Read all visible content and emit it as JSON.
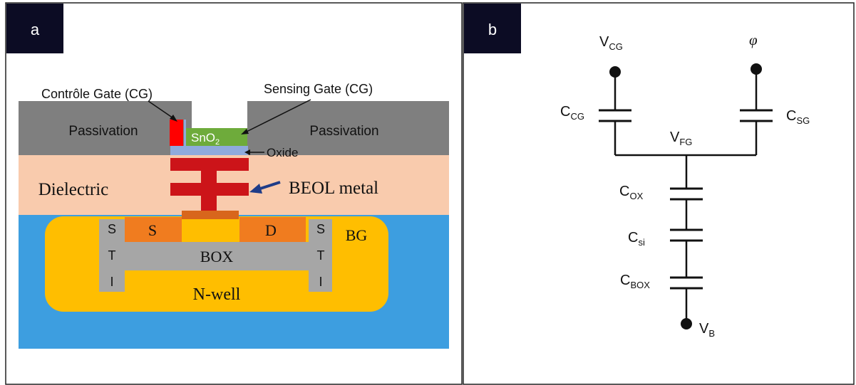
{
  "panel_a": {
    "badge": "a",
    "callouts": {
      "control_gate": "Contrôle Gate (CG)",
      "sensing_gate": "Sensing Gate (CG)",
      "oxide": "Oxide",
      "beol": "BEOL metal"
    },
    "layers": {
      "passivation_left": "Passivation",
      "passivation_right": "Passivation",
      "sno2": "SnO",
      "sno2_sub": "2",
      "dielectric": "Dielectric",
      "source": "S",
      "drain": "D",
      "box": "BOX",
      "nwell": "N-well",
      "bg": "BG",
      "sti_left": [
        "S",
        "T",
        "I"
      ],
      "sti_right": [
        "S",
        "T",
        "I"
      ]
    },
    "colors": {
      "passivation": "#7f7f7f",
      "dielectric": "#f9cbad",
      "substrate": "#3d9ee0",
      "nwell": "#ffbe00",
      "sti_box": "#a6a6a6",
      "source_drain": "#f07c1f",
      "beol_metal": "#cc1419",
      "control_gate": "#ff0000",
      "sno2": "#6eab3b",
      "oxide": "#8faadc",
      "beol_arrow": "#1f3c88"
    }
  },
  "panel_b": {
    "badge": "b",
    "nodes": {
      "vcg": "V",
      "vcg_sub": "CG",
      "phi": "φ",
      "vfg": "V",
      "vfg_sub": "FG",
      "vb": "V",
      "vb_sub": "B"
    },
    "capacitors": {
      "ccg": "C",
      "ccg_sub": "CG",
      "csg": "C",
      "csg_sub": "SG",
      "cox": "C",
      "cox_sub": "OX",
      "csi": "C",
      "csi_sub": "si",
      "cbox": "C",
      "cbox_sub": "BOX"
    }
  }
}
